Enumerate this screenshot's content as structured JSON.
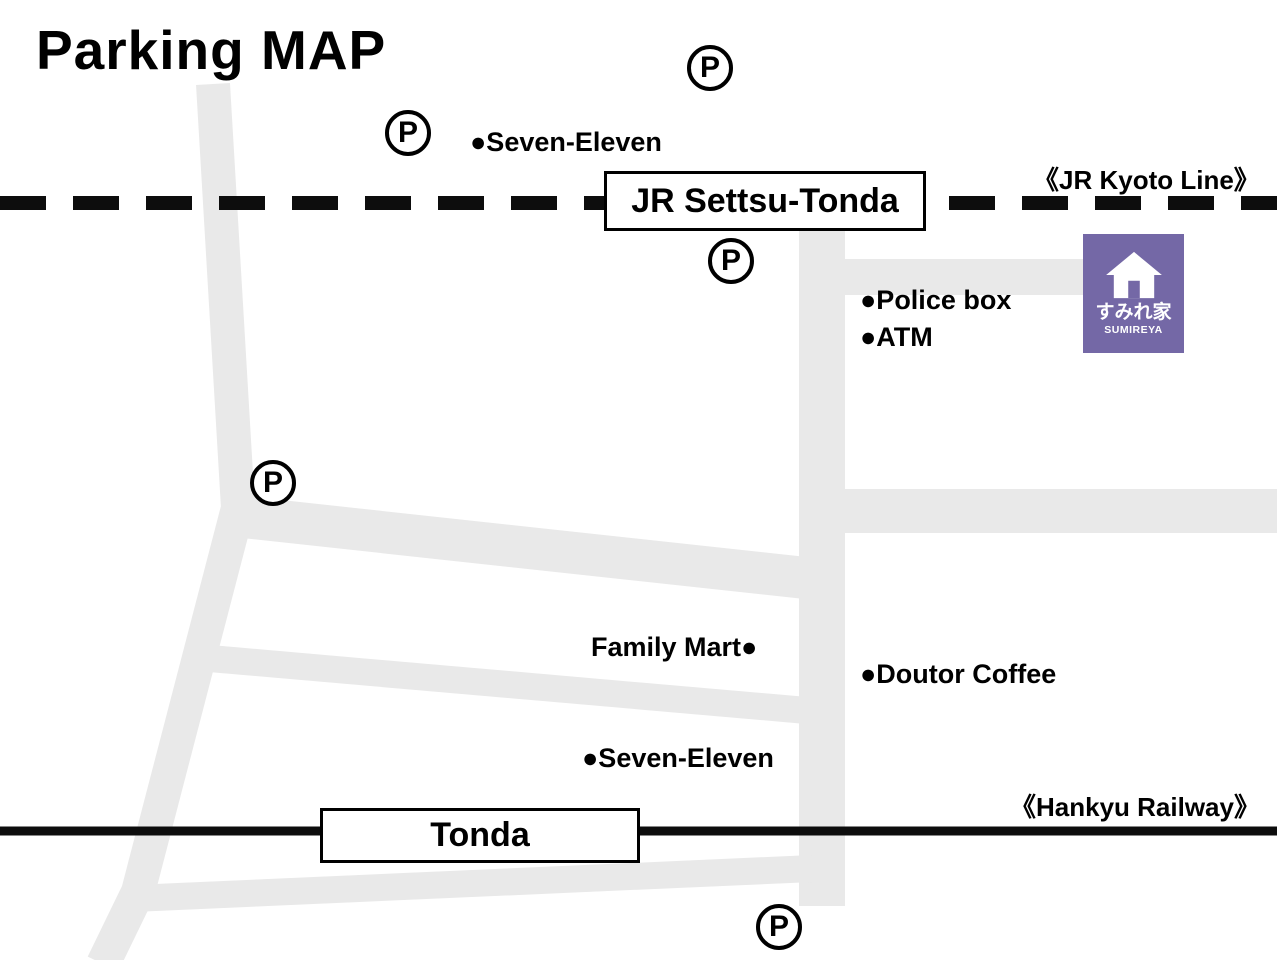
{
  "title": "Parking MAP",
  "parking": {
    "symbol": "P"
  },
  "railways": {
    "jr": {
      "line_label": "《JR Kyoto Line》",
      "station": "JR Settsu-Tonda"
    },
    "hankyu": {
      "line_label": "《Hankyu Railway》",
      "station": "Tonda"
    }
  },
  "pois": {
    "seven_eleven_north": "●Seven-Eleven",
    "police_box": "●Police box",
    "atm": "●ATM",
    "family_mart": "Family Mart●",
    "doutor_coffee": "●Doutor Coffee",
    "seven_eleven_south": "●Seven-Eleven"
  },
  "lodging": {
    "name_jp": "すみれ家",
    "name_en": "SUMIREYA"
  },
  "colors": {
    "road": "#e9e9e9",
    "line": "#0d0d0d",
    "lodging_bg": "#7468a6"
  }
}
